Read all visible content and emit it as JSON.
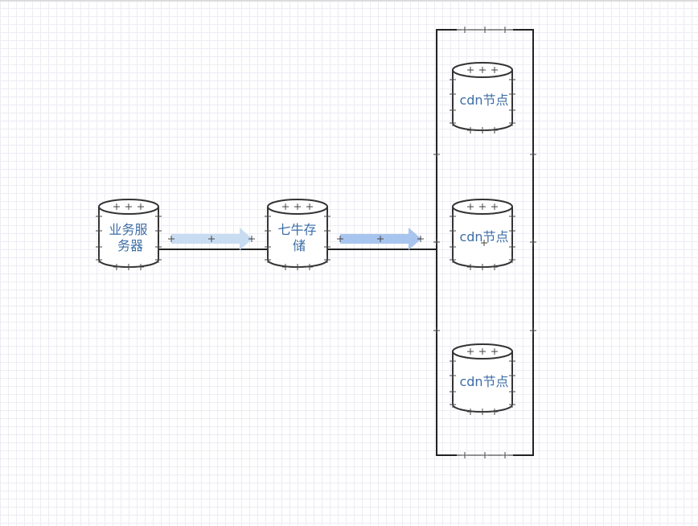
{
  "colors": {
    "stroke": "#333333",
    "label": "#3c6ea6",
    "arrow_light": "#c8dcf2",
    "arrow_medium": "#a7c5ee",
    "grid": "#ececf4"
  },
  "nodes": {
    "business_server": {
      "line1": "业务服",
      "line2": "务器"
    },
    "qiniu_storage": {
      "line1": "七牛存",
      "line2": "储"
    },
    "cdn_nodes": [
      {
        "label": "cdn节点"
      },
      {
        "label": "cdn节点"
      },
      {
        "label": "cdn节点"
      }
    ]
  },
  "icons": {
    "database": "cylinder-icon",
    "arrow": "arrow-right-icon",
    "connection_point": "plus-handle-icon"
  }
}
